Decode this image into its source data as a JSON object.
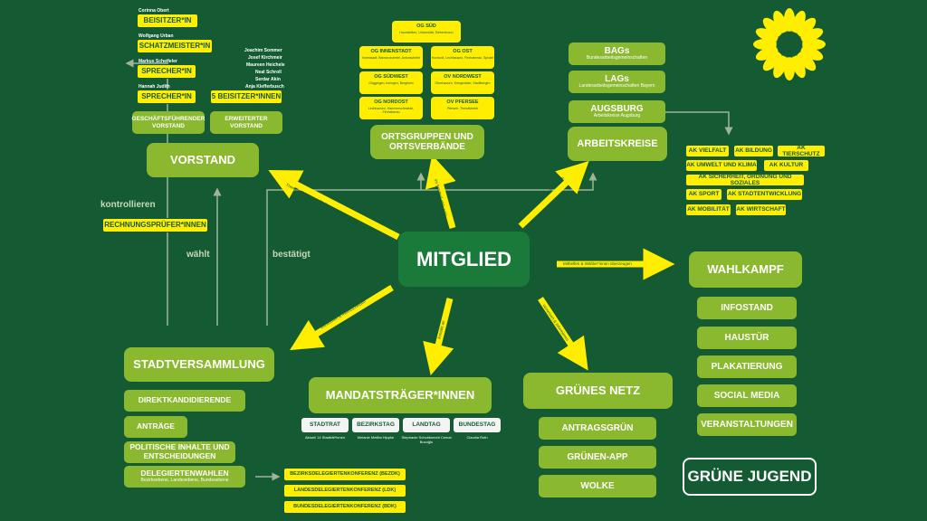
{
  "center": "MITGLIED",
  "vorstand": {
    "title": "VORSTAND",
    "roles": [
      {
        "name": "Corinna Obert",
        "role": "BEISITZER*IN"
      },
      {
        "name": "Wolfgang Urban",
        "role": "SCHATZMEISTER*IN"
      },
      {
        "name": "Markus Scheifeler",
        "role": "SPRECHER*IN"
      },
      {
        "name": "Hannah Judith",
        "role": "SPRECHER*IN"
      }
    ],
    "extended_names": [
      "Joachim Sommer",
      "Josef Kirchmeir",
      "Maureen Heichele",
      "Neal Schroll",
      "Serdar Akin",
      "Anja Klefferbusch"
    ],
    "extended_role": "5 BEISITZER*INNEN",
    "sub": [
      "GESCHÄFTSFÜHRENDER VORSTAND",
      "ERWEITERTER VORSTAND"
    ]
  },
  "left": {
    "kontrollieren": "kontrollieren",
    "pruefer": "RECHNUNGSPRÜFER*INNEN",
    "waehlt": "wählt",
    "bestaetigt": "bestätigt"
  },
  "ortsgruppen": {
    "title": "ORTSGRUPPEN UND ORTSVERBÄNDE",
    "groups": [
      {
        "name": "OG SÜD",
        "desc": "Haunstetten, Universität, Siebenbrunn"
      },
      {
        "name": "OG INNENSTADT",
        "desc": "Innenstadt, Bismarckviertel, Antonsviertel"
      },
      {
        "name": "OG OST",
        "desc": "Hochzoll, Lechhausen, Firnhaberau, Spickel"
      },
      {
        "name": "OG SÜDWEST",
        "desc": "Göggingen, Inningen, Bergheim"
      },
      {
        "name": "OV NORDWEST",
        "desc": "Oberhausen, Kriegshaber, Stadtbergen"
      },
      {
        "name": "OG NORDOST",
        "desc": "Lechhausen, Hammerschmiede, Firnhaberau"
      },
      {
        "name": "OV PFERSEE",
        "desc": "Pfersee, Thelottviertel"
      }
    ]
  },
  "arbeitskreise": {
    "title": "ARBEITSKREISE",
    "items": [
      {
        "label": "BAGs",
        "desc": "Bundesarbeitsgemeinschaften"
      },
      {
        "label": "LAGs",
        "desc": "Landesarbeitsgemeinschaften Bayern"
      },
      {
        "label": "AUGSBURG",
        "desc": "Arbeitskreise Augsburg"
      }
    ],
    "aks": [
      "AK VIELFALT",
      "AK BILDUNG",
      "AK TIERSCHUTZ",
      "AK UMWELT UND KLIMA",
      "AK KULTUR",
      "AK SICHERHEIT, ORDNUNG UND SOZIALES",
      "AK SPORT",
      "AK STADTENTWICKLUNG",
      "AK MOBILITÄT",
      "AK WIRTSCHAFT"
    ]
  },
  "wahlkampf": {
    "title": "WAHLKAMPF",
    "items": [
      "INFOSTAND",
      "HAUSTÜR",
      "PLAKATIERUNG",
      "SOCIAL MEDIA",
      "VERANSTALTUNGEN"
    ]
  },
  "stadtversammlung": {
    "title": "STADTVERSAMMLUNG",
    "items": [
      "DIREKTKANDIDIERENDE",
      "ANTRÄGE",
      "POLITISCHE INHALTE UND ENTSCHEIDUNGEN",
      "DELEGIERTENWAHLEN"
    ],
    "delegierte_note": "Bezirksebene, Landesebene, Bundesebene",
    "konferenzen": [
      "BEZIRKSDELEGIERTENKONFERENZ (BezDK)",
      "LANDESDELEGIERTENKONFERENZ (LDK)",
      "BUNDESDELEGIERTENKONFERENZ (BDK)"
    ]
  },
  "mandat": {
    "title": "MANDATSTRÄGER*INNEN",
    "boxes": [
      "STADTRAT",
      "BEZIRKSTAG",
      "LANDTAG",
      "BUNDESTAG"
    ],
    "names": [
      "Aktuell 14 Stadträt*innen",
      "Melanie Melitta Hippke",
      "Stephanie Schuhknecht Cemal Bozoğlu",
      "Claudia Roth"
    ]
  },
  "netz": {
    "title": "GRÜNES NETZ",
    "items": [
      "ANTRAGSGRÜN",
      "GRÜNEN-APP",
      "WOLKE"
    ]
  },
  "jugend": "GRÜNE JUGEND",
  "arrow_labels": {
    "vorstand": "Themen einbringen, Einfluss gewinnen",
    "og": "im Stadtteil aktiv sein",
    "ak": "Themen einbringen, diskutieren",
    "wahlkampf": "Mithelfen & Wähler*innen überzeugen",
    "stadtversammlung": "teilnehmen & mitentscheiden",
    "mandat": "kontakt an",
    "netz": "vernetzen & informieren"
  },
  "colors": {
    "background": "#145a32",
    "light_green": "#8ab82e",
    "yellow": "#ffee00",
    "dark_green": "#1a7a3a"
  }
}
